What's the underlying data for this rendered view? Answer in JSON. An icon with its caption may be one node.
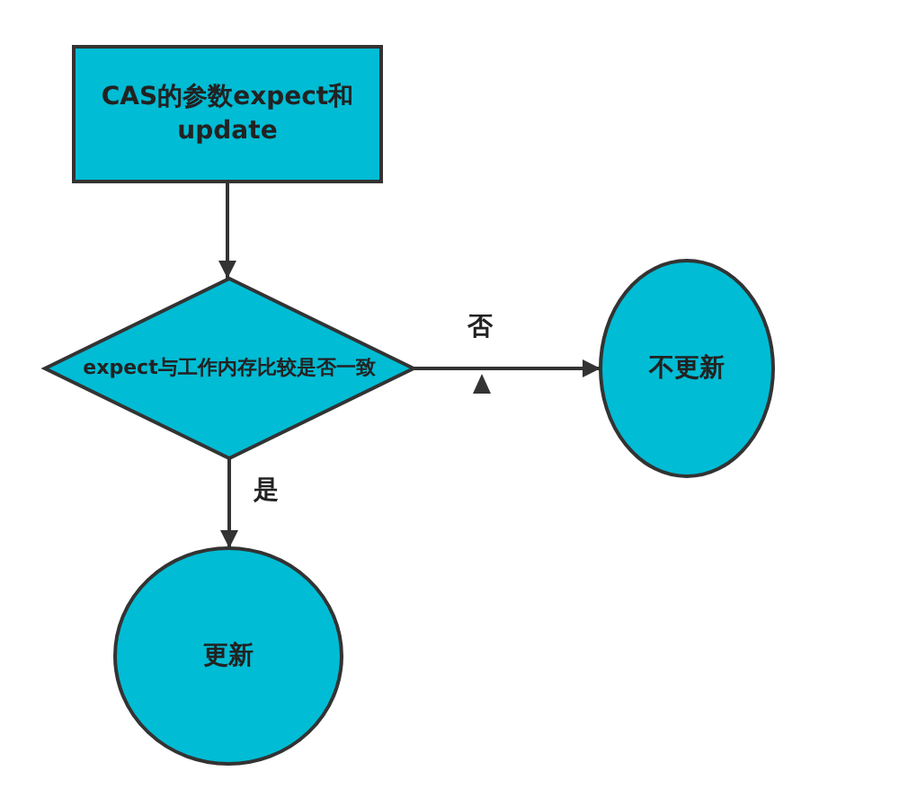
{
  "diagram": {
    "nodes": [
      {
        "text": [
          "CAS的参数expect和update"
        ]
      },
      {
        "text": [
          "expect与工作内存比较是否一致"
        ]
      },
      {
        "text": [
          "不更新"
        ]
      },
      {
        "text": [
          "更新"
        ]
      }
    ],
    "edges": [
      {
        "from": 0,
        "to": 1,
        "arrow": "to"
      },
      {
        "from": 1,
        "to": 2,
        "arrow": "to",
        "label": "否"
      },
      {
        "from": 1,
        "to": 3,
        "arrow": "to",
        "label": "是"
      }
    ]
  }
}
